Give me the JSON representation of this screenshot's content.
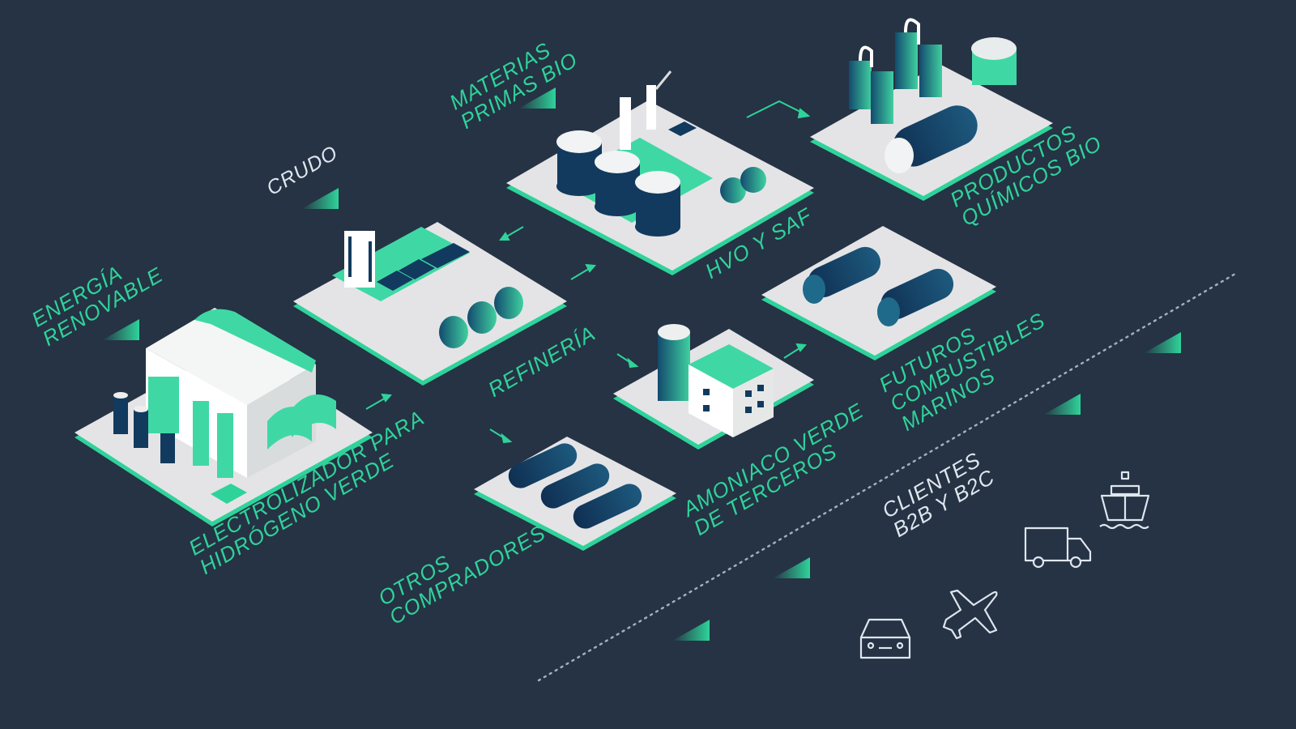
{
  "colors": {
    "background": "#253344",
    "accent_green": "#2fd39a",
    "platform_light": "#e4e4e6",
    "tank_navy": "#123a5e",
    "teal_gradient": "#2a9f9a",
    "text_white": "#dfe6ee"
  },
  "nodes": [
    {
      "id": "energia",
      "label": "ENERGÍA\nRENOVABLE",
      "role": "input"
    },
    {
      "id": "crudo",
      "label": "CRUDO",
      "role": "input"
    },
    {
      "id": "materias",
      "label": "MATERIAS\nPRIMAS BIO",
      "role": "input"
    },
    {
      "id": "electrolizador",
      "label": "ELECTROLIZADOR PARA\nHIDRÓGENO VERDE",
      "role": "facility"
    },
    {
      "id": "refineria",
      "label": "REFINERÍA",
      "role": "facility"
    },
    {
      "id": "hvo",
      "label": "HVO Y SAF",
      "role": "facility"
    },
    {
      "id": "quimicos",
      "label": "PRODUCTOS\nQUÍMICOS BIO",
      "role": "facility"
    },
    {
      "id": "otros",
      "label": "OTROS\nCOMPRADORES",
      "role": "facility"
    },
    {
      "id": "amoniaco",
      "label": "AMONIACO VERDE\nDE TERCEROS",
      "role": "facility"
    },
    {
      "id": "marinos",
      "label": "FUTUROS\nCOMBUSTIBLES\nMARINOS",
      "role": "facility"
    },
    {
      "id": "clientes",
      "label": "CLIENTES\nB2B Y B2C",
      "role": "output"
    }
  ],
  "edges": [
    {
      "from": "electrolizador",
      "to": "refineria"
    },
    {
      "from": "hvo",
      "to": "refineria"
    },
    {
      "from": "refineria",
      "to": "hvo"
    },
    {
      "from": "hvo",
      "to": "quimicos"
    },
    {
      "from": "refineria",
      "to": "amoniaco"
    },
    {
      "from": "refineria",
      "to": "otros"
    },
    {
      "from": "amoniaco",
      "to": "marinos"
    }
  ],
  "client_icons": [
    "car-icon",
    "airplane-icon",
    "truck-icon",
    "ship-icon"
  ]
}
